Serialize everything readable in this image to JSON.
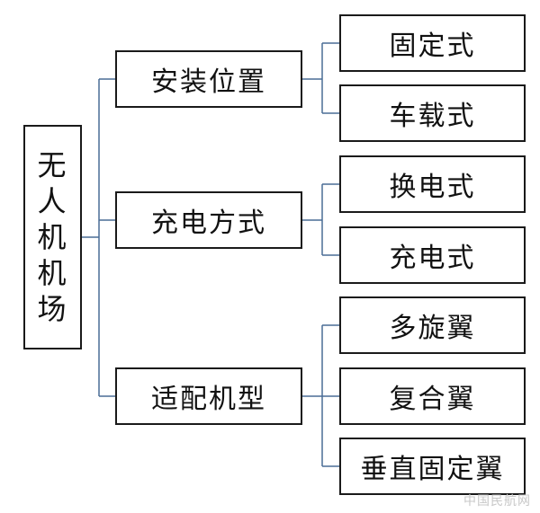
{
  "root": {
    "chars": [
      "无",
      "人",
      "机",
      "机",
      "场"
    ]
  },
  "categories": [
    {
      "label": "安装位置",
      "children": [
        "固定式",
        "车载式"
      ]
    },
    {
      "label": "充电方式",
      "children": [
        "换电式",
        "充电式"
      ]
    },
    {
      "label": "适配机型",
      "children": [
        "多旋翼",
        "复合翼",
        "垂直固定翼"
      ]
    }
  ],
  "watermark": "中国民航网",
  "colors": {
    "connector": "#4a6d96",
    "border": "#1a1a1a"
  }
}
